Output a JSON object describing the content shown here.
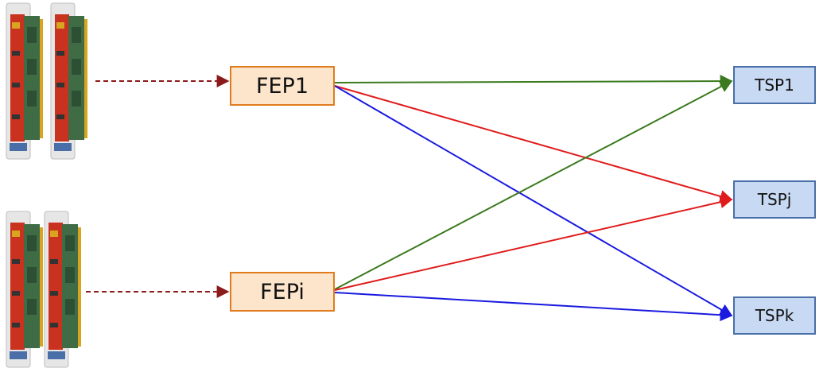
{
  "fep_nodes": [
    {
      "id": "fep1",
      "label": "FEP1"
    },
    {
      "id": "fepi",
      "label": "FEPi"
    }
  ],
  "tsp_nodes": [
    {
      "id": "tsp1",
      "label": "TSP1"
    },
    {
      "id": "tspj",
      "label": "TSPj"
    },
    {
      "id": "tspk",
      "label": "TSPk"
    }
  ],
  "boards": [
    {
      "id": "board-group-top",
      "connects_to": "fep1"
    },
    {
      "id": "board-group-bottom",
      "connects_to": "fepi"
    }
  ],
  "connections": [
    {
      "from": "board-group-top",
      "to": "fep1",
      "style": "dashed",
      "color": "#8b1a1a"
    },
    {
      "from": "board-group-bottom",
      "to": "fepi",
      "style": "dashed",
      "color": "#8b1a1a"
    },
    {
      "from": "fep1",
      "to": "tsp1",
      "color": "#3b7a1e"
    },
    {
      "from": "fep1",
      "to": "tspj",
      "color": "#e01b1b"
    },
    {
      "from": "fep1",
      "to": "tspk",
      "color": "#1a1ae0"
    },
    {
      "from": "fepi",
      "to": "tsp1",
      "color": "#3b7a1e"
    },
    {
      "from": "fepi",
      "to": "tspj",
      "color": "#e01b1b"
    },
    {
      "from": "fepi",
      "to": "tspk",
      "color": "#1a1ae0"
    }
  ],
  "colors": {
    "fep_fill": "#fde5cc",
    "fep_border": "#e07b1e",
    "tsp_fill": "#c7d9f3",
    "tsp_border": "#4a6ea8",
    "board_red": "#c8321e",
    "board_green": "#3f6b45"
  }
}
